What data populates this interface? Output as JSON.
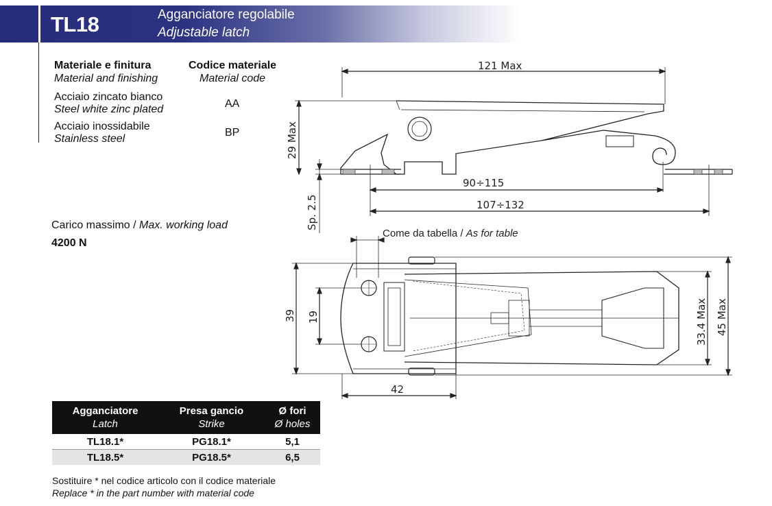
{
  "header": {
    "code": "TL18",
    "title_it": "Agganciatore regolabile",
    "title_en": "Adjustable latch"
  },
  "materials": {
    "col1_header_it": "Materiale e finitura",
    "col1_header_en": "Material and finishing",
    "col2_header_it": "Codice materiale",
    "col2_header_en": "Material code",
    "rows": [
      {
        "name_it": "Acciaio zincato bianco",
        "name_en": "Steel white zinc plated",
        "code": "AA"
      },
      {
        "name_it": "Acciaio inossidabile",
        "name_en": "Stainless steel",
        "code": "BP"
      }
    ]
  },
  "load": {
    "label_it": "Carico massimo / ",
    "label_en": "Max. working load",
    "value": "4200 N"
  },
  "drawing": {
    "dim_121": "121 Max",
    "dim_29": "29 Max",
    "dim_90": "90÷115",
    "dim_107": "107÷132",
    "dim_sp": "Sp. 2.5",
    "note_it": "Come da tabella / ",
    "note_en": "As for table",
    "dim_39": "39",
    "dim_19": "19",
    "dim_42": "42",
    "dim_334": "33.4 Max",
    "dim_45": "45 Max"
  },
  "parts_table": {
    "headers": [
      {
        "it": "Agganciatore",
        "en": "Latch"
      },
      {
        "it": "Presa gancio",
        "en": "Strike"
      },
      {
        "it": "Ø fori",
        "en": "Ø holes"
      }
    ],
    "rows": [
      [
        "TL18.1*",
        "PG18.1*",
        "5,1"
      ],
      [
        "TL18.5*",
        "PG18.5*",
        "6,5"
      ]
    ]
  },
  "footnote": {
    "it": "Sostituire * nel codice articolo con il codice materiale",
    "en": "Replace * in the part number with material code"
  },
  "colors": {
    "header_blue": "#2b3282",
    "table_header": "#111111",
    "table_alt_row": "#e4e4e4"
  }
}
